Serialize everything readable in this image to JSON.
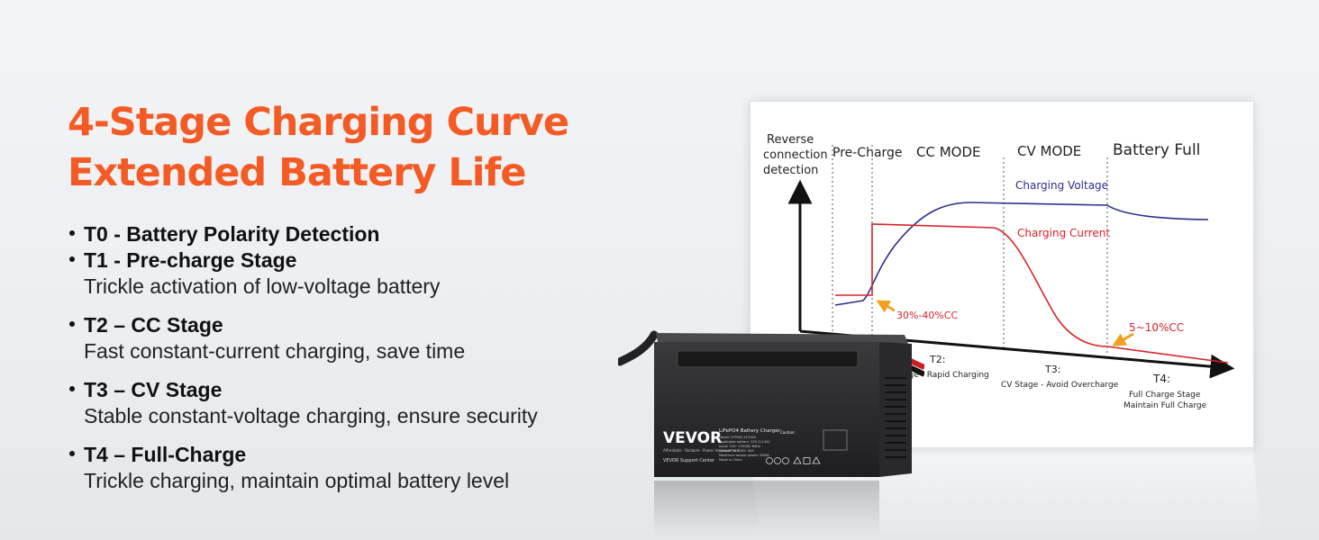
{
  "headline": {
    "line1": "4-Stage Charging Curve",
    "line2": "Extended Battery Life",
    "color": "#f45a24"
  },
  "features": [
    {
      "title": "T0 - Battery Polarity Detection",
      "desc": ""
    },
    {
      "title": "T1 - Pre-charge Stage",
      "desc": "Trickle activation of low-voltage battery"
    },
    {
      "title": "T2 – CC Stage",
      "desc": "Fast constant-current charging, save time"
    },
    {
      "title": "T3 – CV Stage",
      "desc": "Stable constant-voltage charging, ensure security"
    },
    {
      "title": "T4 – Full-Charge",
      "desc": "Trickle charging, maintain optimal battery level"
    }
  ],
  "diagram": {
    "stages": {
      "reverse_line1": "Reverse",
      "reverse_line2": "connection",
      "reverse_line3": "detection",
      "precharge": "Pre-Charge",
      "cc": "CC MODE",
      "cv": "CV MODE",
      "full": "Battery Full"
    },
    "curves": {
      "voltage": "Charging Voltage",
      "current": "Charging Current",
      "voltage_color": "#2b2f8a",
      "current_color": "#d8232a"
    },
    "annotations": {
      "a1": "30%-40%CC",
      "a2": "5~10%CC",
      "arrow_color": "#f0a01e"
    },
    "time_labels": {
      "t2_title": "T2:",
      "t2_desc": "age - Rapid Charging",
      "t3_title": "T3:",
      "t3_desc": "CV Stage - Avoid Overcharge",
      "t4_title": "T4:",
      "t4_line1": "Full Charge Stage",
      "t4_line2": "Maintain Full Charge"
    }
  },
  "charger": {
    "brand": "VEVOR",
    "tagline": "Affordable · Reliable · Power Improvement",
    "label_title": "LiFePO4 Battery Charger",
    "label_lines": [
      "Model: LFP00C-LF1240",
      "Applicable battery: 12V (12.8V)",
      "Input: 100~120VAC 60Hz",
      "Output: 14.6VDC 40A",
      "Maximum output power: 584W",
      "Made in China"
    ],
    "caution": "Caution:",
    "support": "VEVOR Support Center"
  }
}
